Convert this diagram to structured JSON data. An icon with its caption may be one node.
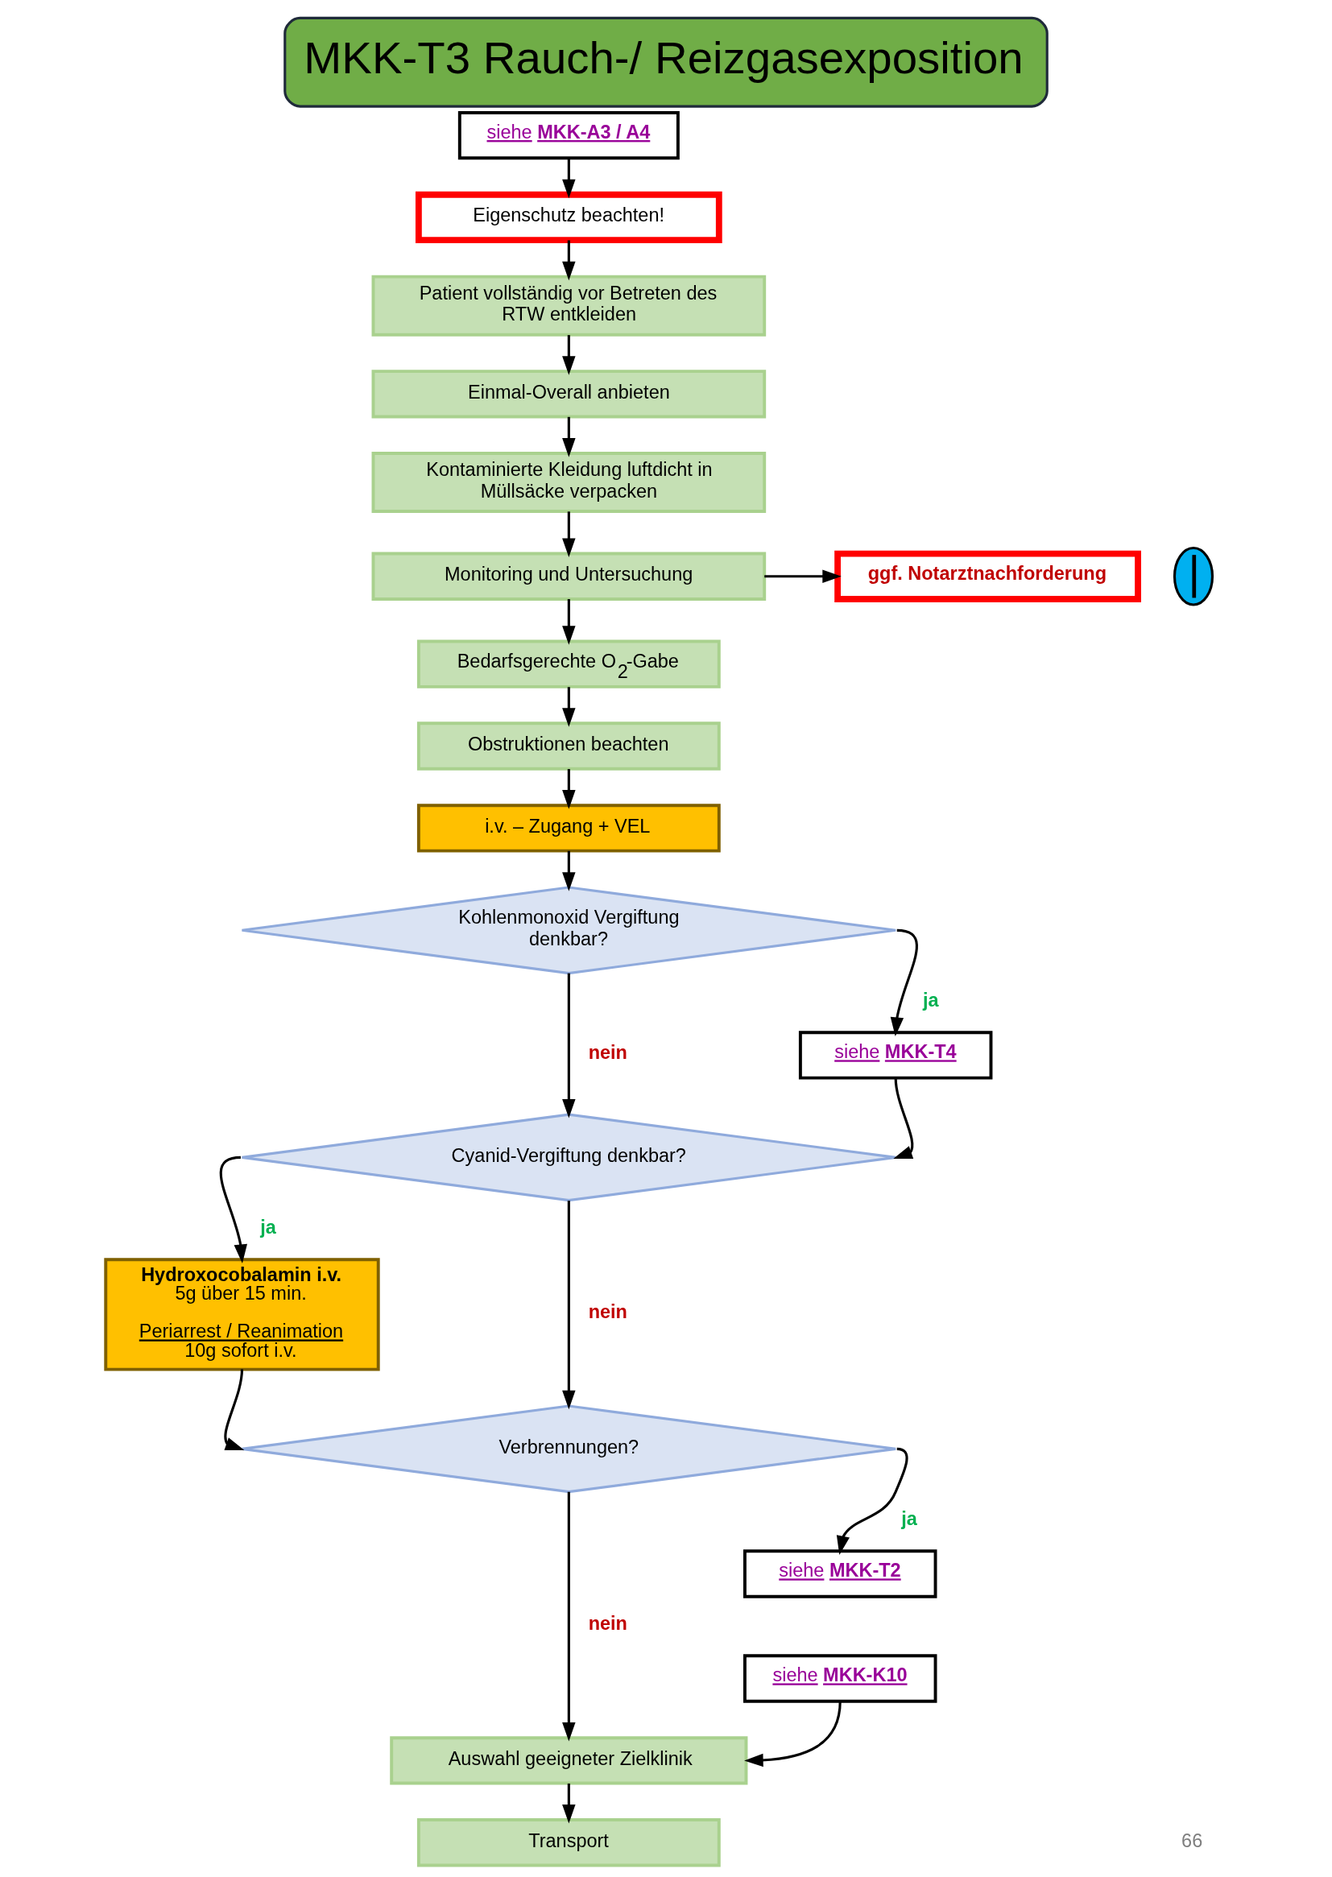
{
  "diagram": {
    "title": "MKK-T3 Rauch-/ Reizgasexposition",
    "nodes": [
      {
        "text": [
          "siehe **MKK-A3 / A4**"
        ]
      },
      {
        "text": [
          "Eigenschutz beachten!"
        ]
      },
      {
        "text": [
          "Patient vollständig vor Betreten des RTW entkleiden"
        ]
      },
      {
        "text": [
          "Einmal-Overall anbieten"
        ]
      },
      {
        "text": [
          "Kontaminierte Kleidung luftdicht in Müllsäcke verpacken"
        ]
      },
      {
        "text": [
          "Monitoring und Untersuchung"
        ]
      },
      {
        "text": [
          "ggf. Notarztnachforderung"
        ]
      },
      {
        "text": [],
        "shape": "picture"
      },
      {
        "text": [
          "Bedarfsgerechte O$_{2}$-Gabe"
        ]
      },
      {
        "text": [
          "Obstruktionen beachten"
        ]
      },
      {
        "text": [
          "i.v. – Zugang + VEL"
        ]
      },
      {
        "text": [
          "Kohlenmonoxid Vergiftung denkbar?"
        ]
      },
      {
        "text": [
          "siehe **MKK-T4**"
        ]
      },
      {
        "text": [
          "Cyanid-Vergiftung denkbar?"
        ]
      },
      {
        "text": [
          "Hydroxocobalamin i.v.",
          "5g über 15 min.",
          "Periarrest / Reanimation",
          "10g sofort i.v."
        ]
      },
      {
        "text": [
          "Verbrennungen?"
        ]
      },
      {
        "text": [
          "siehe **MKK-T2**"
        ]
      },
      {
        "text": [
          "siehe **MKK-K10**"
        ]
      },
      {
        "text": [
          "Auswahl geeigneter Zielklinik"
        ]
      },
      {
        "text": [
          "Transport"
        ]
      }
    ],
    "edges": [
      {
        "from": 0,
        "to": 1,
        "arrow": "to"
      },
      {
        "from": 1,
        "to": 2,
        "arrow": "to"
      },
      {
        "from": 2,
        "to": 3,
        "arrow": "to"
      },
      {
        "from": 3,
        "to": 4,
        "arrow": "to"
      },
      {
        "from": 4,
        "to": 5,
        "arrow": "to"
      },
      {
        "from": 5,
        "to": 6,
        "arrow": "to"
      },
      {
        "from": 5,
        "to": 8,
        "arrow": "to"
      },
      {
        "from": 8,
        "to": 9,
        "arrow": "to"
      },
      {
        "from": 9,
        "to": 10,
        "arrow": "to"
      },
      {
        "from": 10,
        "to": 11,
        "arrow": "to"
      },
      {
        "from": 11,
        "to": 12,
        "arrow": "to",
        "label": "ja"
      },
      {
        "from": 11,
        "to": 13,
        "arrow": "to",
        "label": "nein"
      },
      {
        "from": 12,
        "to": 13,
        "arrow": "to"
      },
      {
        "from": 13,
        "to": 14,
        "arrow": "to",
        "label": "ja"
      },
      {
        "from": 13,
        "to": 15,
        "arrow": "to",
        "label": "nein"
      },
      {
        "from": 14,
        "to": 15,
        "arrow": "to"
      },
      {
        "from": 15,
        "to": 16,
        "arrow": "to",
        "label": "ja"
      },
      {
        "from": 15,
        "to": 18,
        "arrow": "to",
        "label": "nein"
      },
      {
        "from": 17,
        "to": 18,
        "arrow": "to"
      },
      {
        "from": 18,
        "to": 19,
        "arrow": "to"
      }
    ],
    "labels": [
      "66"
    ]
  }
}
